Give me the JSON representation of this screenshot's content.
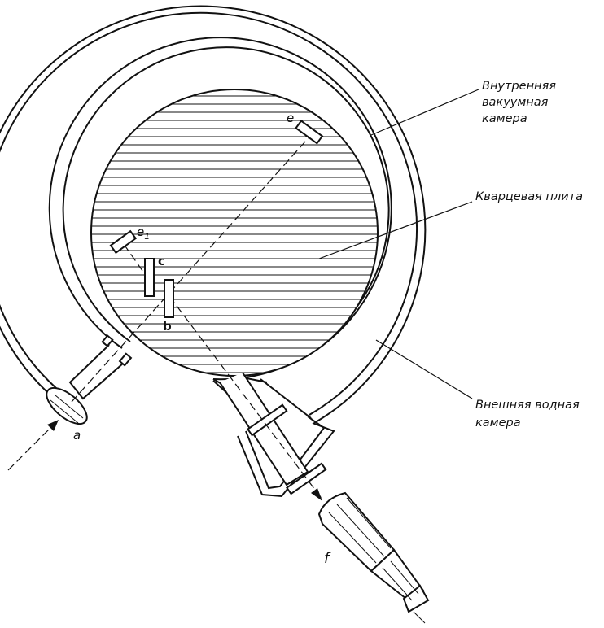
{
  "labels": {
    "inner_chamber": [
      "Внутренняя",
      "вакуумная",
      "камера"
    ],
    "quartz_plate": "Кварцевая плита",
    "outer_chamber": [
      "Внешняя водная",
      "камера"
    ]
  },
  "letters": {
    "a": "a",
    "b": "b",
    "c": "c",
    "e": "e",
    "e1_main": "e",
    "e1_sub": "1",
    "f": "f"
  }
}
